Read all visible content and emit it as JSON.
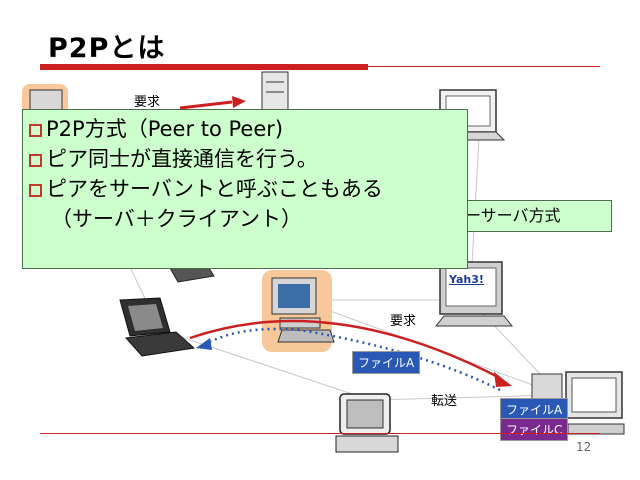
{
  "slide": {
    "title": "P2Pとは",
    "page_number": "12"
  },
  "diagram": {
    "request_top": "要求",
    "request_mid": "要求",
    "transfer": "転送",
    "file_tag_a1": "ファイルA",
    "file_tag_a2": "ファイルA",
    "file_tag_c": "ファイルC",
    "screen_text": "Yah3!"
  },
  "callout": {
    "lines": [
      "P2P方式（Peer to Peer)",
      "ピア同士が直接通信を行う。",
      "ピアをサーバントと呼ぶこともある",
      "（サーバ＋クライアント）"
    ]
  },
  "side_label": "ーサーバ方式",
  "colors": {
    "accent_red": "#cc1f1f",
    "callout_bg": "#ccffcc",
    "file_a_bg": "#2a58b5",
    "file_c_bg": "#7a2a8f"
  }
}
